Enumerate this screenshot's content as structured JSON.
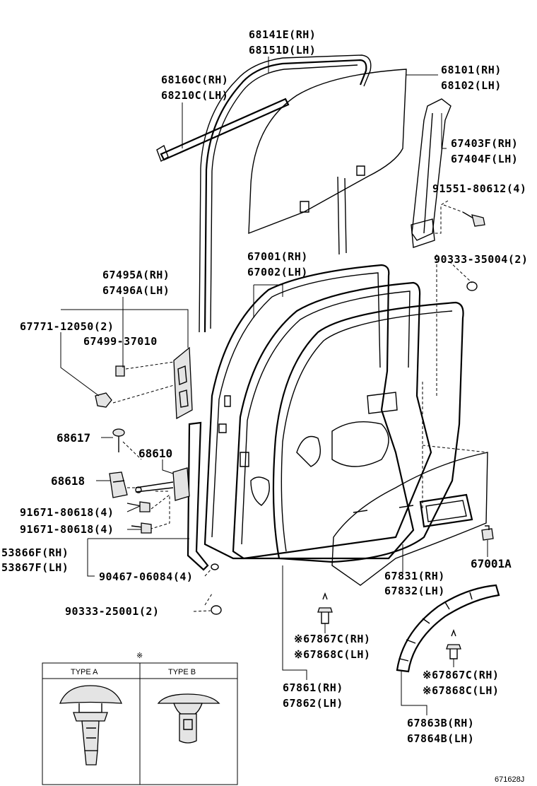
{
  "labels": {
    "p68141E": "68141E(RH)",
    "p68151D": "68151D(LH)",
    "p68160C": "68160C(RH)",
    "p68210C": "68210C(LH)",
    "p68101": "68101(RH)",
    "p68102": "68102(LH)",
    "p67403F": "67403F(RH)",
    "p67404F": "67404F(LH)",
    "p91551": "91551-80612(4)",
    "p90333_35004": "90333-35004(2)",
    "p67001": "67001(RH)",
    "p67002": "67002(LH)",
    "p67495A": "67495A(RH)",
    "p67496A": "67496A(LH)",
    "p67771": "67771-12050(2)",
    "p67499": "67499-37010",
    "p68617": "68617",
    "p68610": "68610",
    "p68618": "68618",
    "p91671_a": "91671-80618(4)",
    "p91671_b": "91671-80618(4)",
    "p53866F": "53866F(RH)",
    "p53867F": "53867F(LH)",
    "p90467": "90467-06084(4)",
    "p67831": "67831(RH)",
    "p67832": "67832(LH)",
    "p67001A": "67001A",
    "p90333_25001": "90333-25001(2)",
    "p67867C_a": "※67867C(RH)",
    "p67868C_a": "※67868C(LH)",
    "p67861": "67861(RH)",
    "p67862": "67862(LH)",
    "p67867C_b": "※67867C(RH)",
    "p67868C_b": "※67868C(LH)",
    "p67863B": "67863B(RH)",
    "p67864B": "67864B(LH)"
  },
  "legend": {
    "marker": "※",
    "type_a": "TYPE A",
    "type_b": "TYPE B"
  },
  "diagram_id": "671628J"
}
